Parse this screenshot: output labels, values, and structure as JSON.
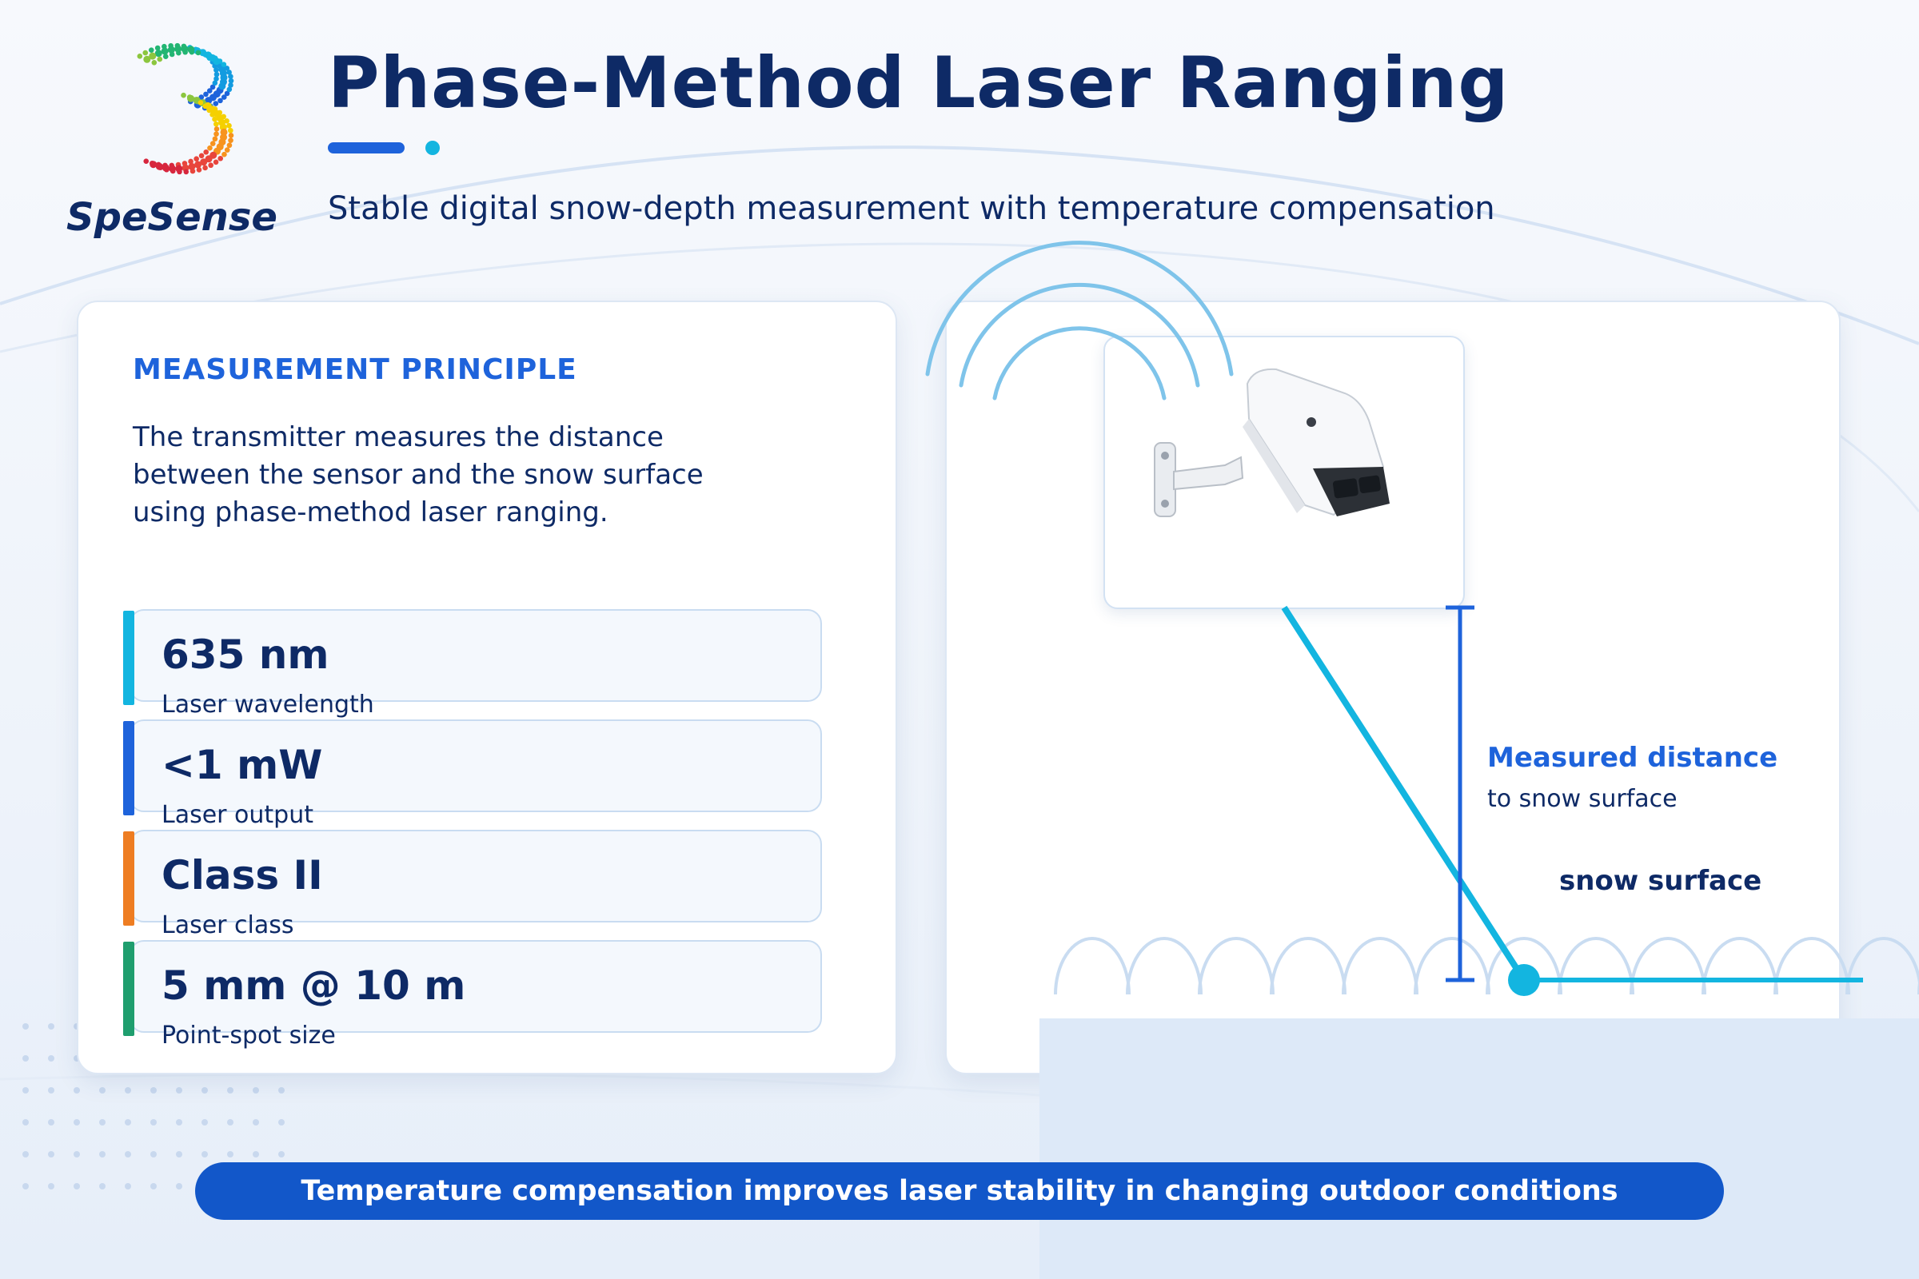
{
  "brand": {
    "name": "SpeSense",
    "logo_icon": "spectrum-dots-s-logo"
  },
  "header": {
    "title": "Phase-Method Laser Ranging",
    "subtitle": "Stable digital snow-depth measurement with temperature compensation"
  },
  "principle": {
    "heading": "MEASUREMENT PRINCIPLE",
    "lines": [
      "The transmitter measures the distance",
      "between the sensor and the snow surface",
      "using phase-method laser ranging."
    ]
  },
  "specs": [
    {
      "value": "635 nm",
      "label": "Laser wavelength",
      "accent": "#13b5e0"
    },
    {
      "value": "<1 mW",
      "label": "Laser output",
      "accent": "#1e63db"
    },
    {
      "value": "Class II",
      "label": "Laser class",
      "accent": "#ee7d22"
    },
    {
      "value": "5 mm @ 10 m",
      "label": "Point-spot size",
      "accent": "#1f9e6e"
    }
  ],
  "diagram": {
    "sensor_icon": "laser-snow-depth-sensor",
    "signal_icon": "wireless-signal-arcs",
    "measure_title": "Measured distance",
    "measure_sub": "to snow surface",
    "surface_label": "snow surface"
  },
  "banner": {
    "text": "Temperature compensation improves laser stability in changing outdoor conditions"
  },
  "colors": {
    "navy": "#0e2a66",
    "primary_blue": "#1e63db",
    "laser_cyan": "#13b5e0",
    "banner_blue": "#1257c9"
  }
}
